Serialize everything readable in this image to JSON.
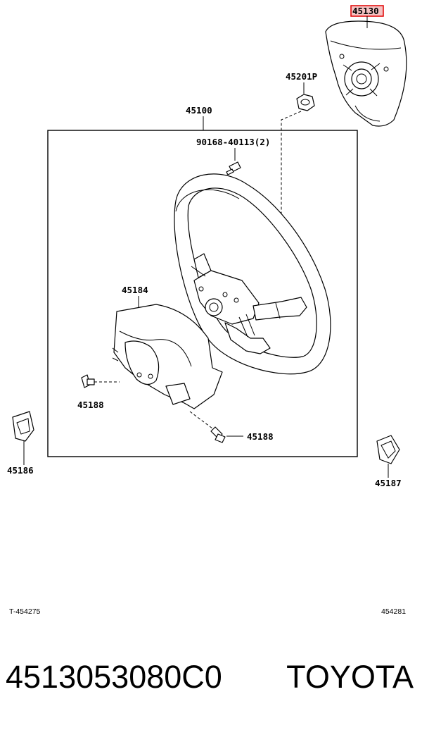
{
  "labels": {
    "airbag": "45130",
    "nut": "45201P",
    "wheel_assy": "45100",
    "bolt_spec": "90168-40113(2)",
    "cover": "45184",
    "screw_left": "45188",
    "screw_right": "45188",
    "left_cover": "45186",
    "right_cover": "45187"
  },
  "ref_left": "T-454275",
  "ref_right": "454281",
  "caption": {
    "part_number": "4513053080C0",
    "brand": "TOYOTA"
  },
  "colors": {
    "highlight": "#e00000",
    "highlight_fill": "#f4c2c2",
    "line": "#000000"
  }
}
